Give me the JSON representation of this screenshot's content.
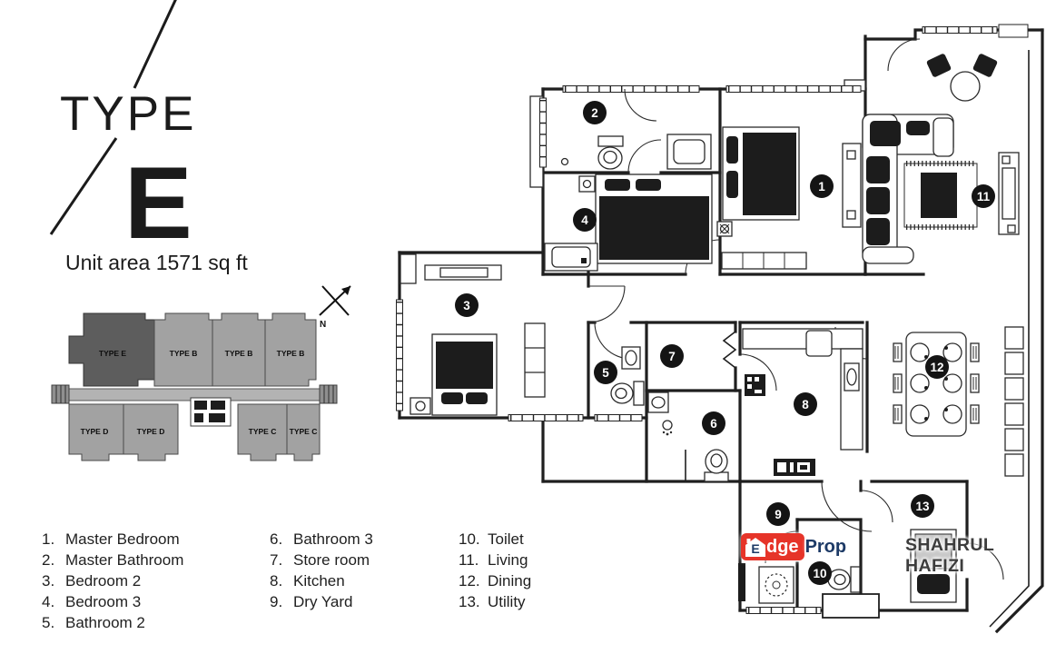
{
  "title": {
    "type_label": "TYPE",
    "unit_letter": "E",
    "unit_area": "Unit area 1571 sq ft"
  },
  "site_plan": {
    "compass_label": "N",
    "top_labels": [
      "TYPE E",
      "TYPE B",
      "TYPE B",
      "TYPE B"
    ],
    "bottom_labels": [
      "TYPE D",
      "TYPE D",
      "TYPE C",
      "TYPE C"
    ]
  },
  "legend": {
    "items": [
      {
        "num": "1.",
        "label": "Master Bedroom"
      },
      {
        "num": "2.",
        "label": "Master Bathroom"
      },
      {
        "num": "3.",
        "label": "Bedroom 2"
      },
      {
        "num": "4.",
        "label": "Bedroom 3"
      },
      {
        "num": "5.",
        "label": "Bathroom 2"
      },
      {
        "num": "6.",
        "label": "Bathroom 3"
      },
      {
        "num": "7.",
        "label": "Store room"
      },
      {
        "num": "8.",
        "label": "Kitchen"
      },
      {
        "num": "9.",
        "label": "Dry Yard"
      },
      {
        "num": "10.",
        "label": "Toilet"
      },
      {
        "num": "11.",
        "label": "Living"
      },
      {
        "num": "12.",
        "label": "Dining"
      },
      {
        "num": "13.",
        "label": "Utility"
      }
    ]
  },
  "plan": {
    "room_numbers": [
      "1",
      "2",
      "3",
      "4",
      "5",
      "6",
      "7",
      "8",
      "9",
      "10",
      "11",
      "12",
      "13"
    ]
  },
  "watermark": {
    "logo_house_letter": "E",
    "logo_mid": "dge",
    "logo_suffix": "Prop",
    "brand_red": "#e63429",
    "brand_navy": "#1d3a66",
    "credit": "SHAHRUL HAFIZI"
  }
}
